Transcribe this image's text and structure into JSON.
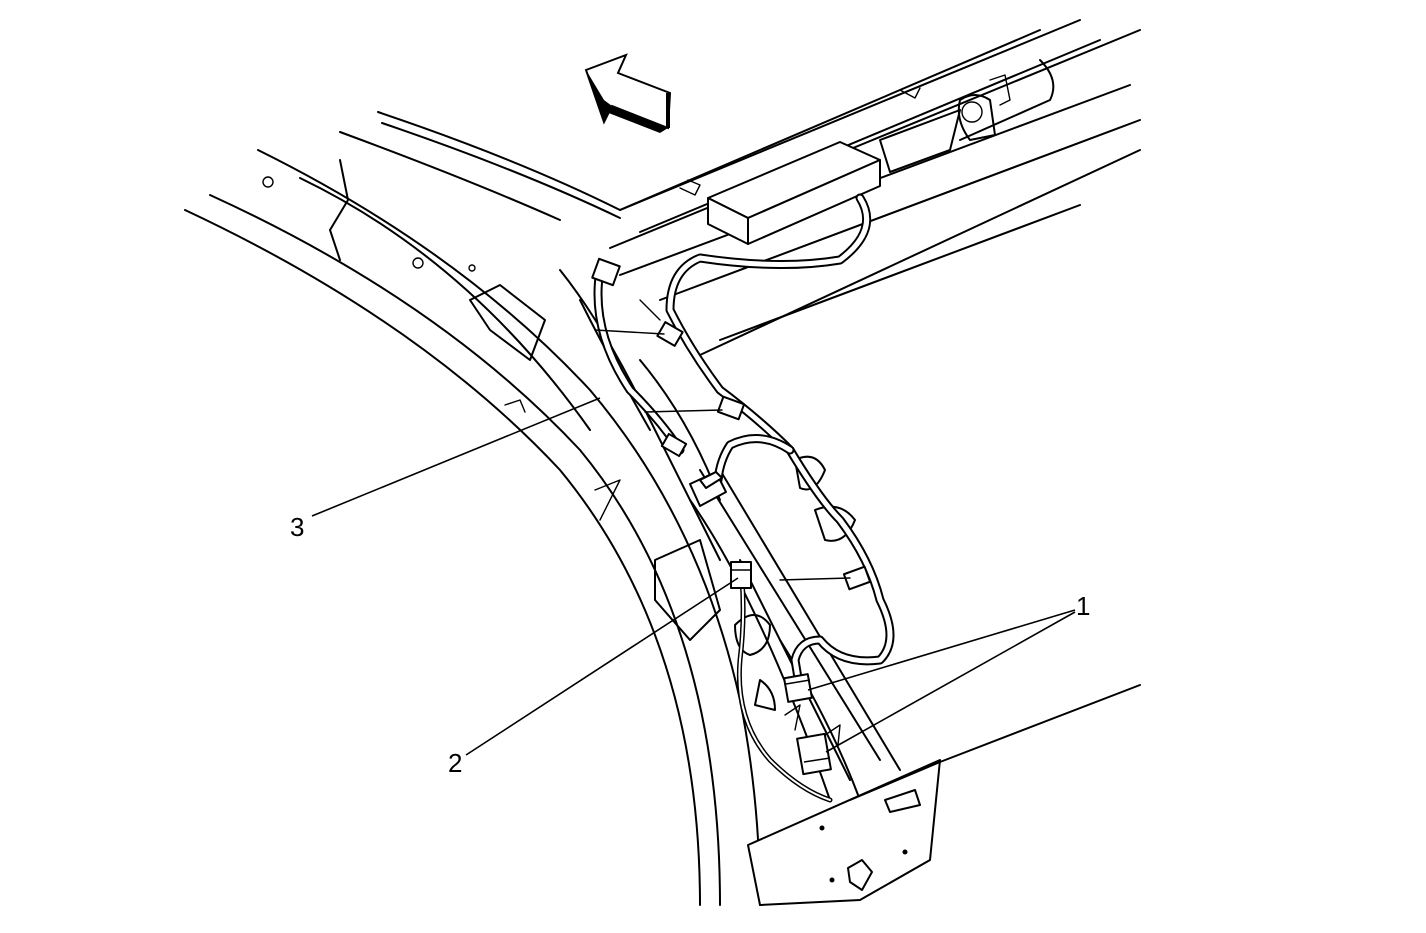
{
  "diagram": {
    "callouts": [
      {
        "id": "1",
        "label": "1"
      },
      {
        "id": "2",
        "label": "2"
      },
      {
        "id": "3",
        "label": "3"
      }
    ],
    "arrow_icon": "forward-direction-arrow-icon",
    "colors": {
      "line": "#000000",
      "background": "#ffffff"
    }
  }
}
